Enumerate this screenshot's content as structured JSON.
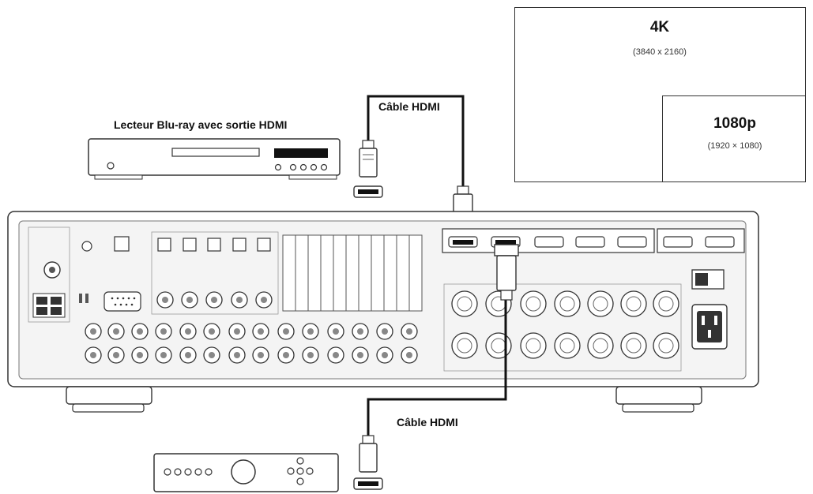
{
  "player": {
    "label": "Lecteur Blu-ray avec sortie HDMI"
  },
  "cables": {
    "top": "Câble HDMI",
    "bottom": "Câble HDMI"
  },
  "resolutions": {
    "large_name": "4K",
    "large_size": "(3840 x 2160)",
    "small_name": "1080p",
    "small_size": "(1920 × 1080)"
  },
  "colors": {
    "stroke": "#333333",
    "fill_light": "#eeeeee",
    "cable": "#111111"
  }
}
